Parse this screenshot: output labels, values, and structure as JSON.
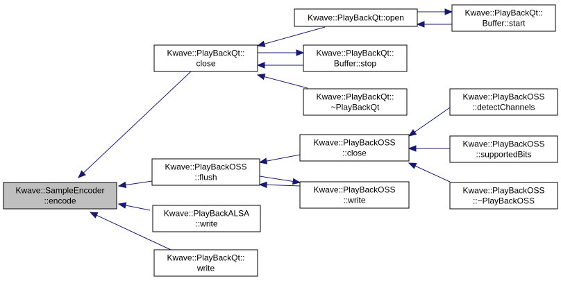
{
  "colors": {
    "edge": "#191970",
    "node_fill": "#ffffff",
    "focus_fill": "#bfbfbf",
    "node_border": "#000000"
  },
  "nodes": {
    "encode": {
      "lines": [
        "Kwave::SampleEncoder",
        "::encode"
      ],
      "focus": true
    },
    "qt_close": {
      "lines": [
        "Kwave::PlayBackQt::",
        "close"
      ]
    },
    "qt_open": {
      "lines": [
        "Kwave::PlayBackQt::open"
      ]
    },
    "qt_buffer_start": {
      "lines": [
        "Kwave::PlayBackQt::",
        "Buffer::start"
      ]
    },
    "qt_buffer_stop": {
      "lines": [
        "Kwave::PlayBackQt::",
        "Buffer::stop"
      ]
    },
    "qt_destructor": {
      "lines": [
        "Kwave::PlayBackQt::",
        "~PlayBackQt"
      ]
    },
    "oss_flush": {
      "lines": [
        "Kwave::PlayBackOSS",
        "::flush"
      ]
    },
    "oss_close": {
      "lines": [
        "Kwave::PlayBackOSS",
        "::close"
      ]
    },
    "oss_write": {
      "lines": [
        "Kwave::PlayBackOSS",
        "::write"
      ]
    },
    "oss_detect": {
      "lines": [
        "Kwave::PlayBackOSS",
        "::detectChannels"
      ]
    },
    "oss_bits": {
      "lines": [
        "Kwave::PlayBackOSS",
        "::supportedBits"
      ]
    },
    "oss_destructor": {
      "lines": [
        "Kwave::PlayBackOSS",
        "::~PlayBackOSS"
      ]
    },
    "alsa_write": {
      "lines": [
        "Kwave::PlayBackALSA",
        "::write"
      ]
    },
    "qt_write": {
      "lines": [
        "Kwave::PlayBackQt::",
        "write"
      ]
    }
  },
  "edges": [
    {
      "from": "qt_close",
      "to": "encode"
    },
    {
      "from": "oss_flush",
      "to": "encode"
    },
    {
      "from": "alsa_write",
      "to": "encode"
    },
    {
      "from": "qt_write",
      "to": "encode"
    },
    {
      "from": "qt_open",
      "to": "qt_close"
    },
    {
      "from": "qt_buffer_stop",
      "to": "qt_close"
    },
    {
      "from": "qt_destructor",
      "to": "qt_close"
    },
    {
      "from": "qt_close",
      "to": "qt_buffer_stop"
    },
    {
      "from": "qt_buffer_start",
      "to": "qt_open"
    },
    {
      "from": "qt_open",
      "to": "qt_buffer_start"
    },
    {
      "from": "oss_close",
      "to": "oss_flush"
    },
    {
      "from": "oss_write",
      "to": "oss_flush"
    },
    {
      "from": "oss_flush",
      "to": "oss_write"
    },
    {
      "from": "oss_detect",
      "to": "oss_close"
    },
    {
      "from": "oss_bits",
      "to": "oss_close"
    },
    {
      "from": "oss_destructor",
      "to": "oss_close"
    }
  ]
}
